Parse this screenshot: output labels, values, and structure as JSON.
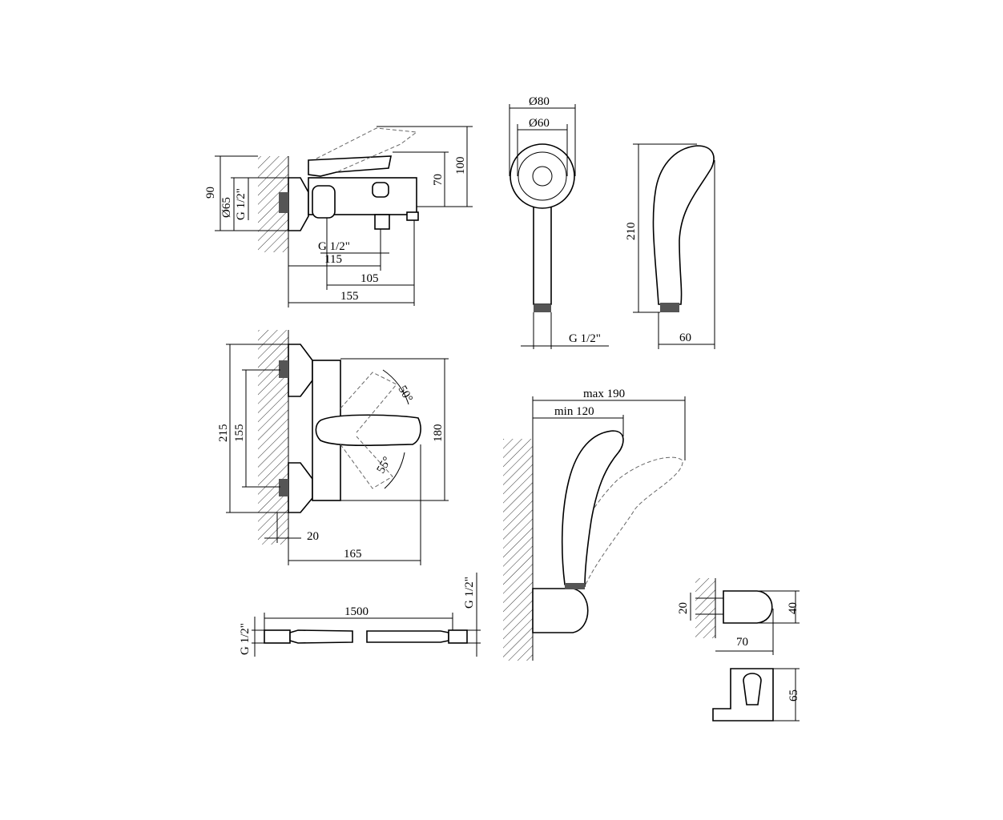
{
  "colors": {
    "line": "#000000",
    "background": "#ffffff"
  },
  "mixer_side": {
    "height_total": "90",
    "flange_diameter": "Ø65",
    "inlet_thread": "G 1/2\"",
    "height_spout": "70",
    "height_max": "100",
    "outlet_thread": "G 1/2\"",
    "depth_outlet": "115",
    "spout_length": "105",
    "depth_total": "155"
  },
  "shower_head": {
    "outer_diameter": "Ø80",
    "face_diameter": "Ø60",
    "thread": "G 1/2\"",
    "length": "210",
    "depth": "60"
  },
  "mixer_front": {
    "width_total": "215",
    "inlet_spacing": "155",
    "body_width": "180",
    "angle_up": "50°",
    "angle_down": "55°",
    "eccentric": "20",
    "depth": "165"
  },
  "wall_holder": {
    "max_reach": "max 190",
    "min_reach": "min 120"
  },
  "hose": {
    "length": "1500",
    "thread_left": "G 1/2\"",
    "thread_right": "G 1/2\""
  },
  "bracket": {
    "screw_spacing": "20",
    "height": "40",
    "depth": "70",
    "width": "65"
  }
}
